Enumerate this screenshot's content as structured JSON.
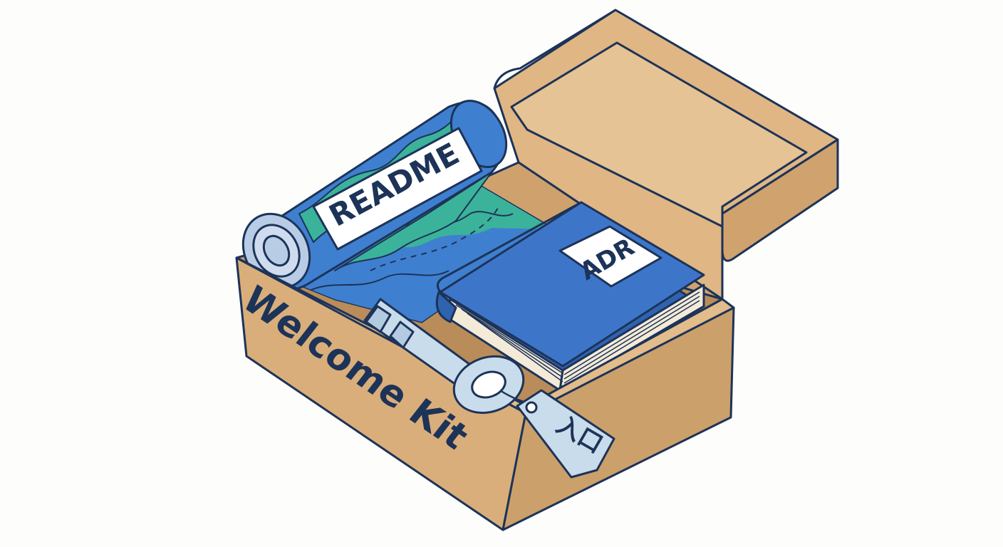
{
  "scroll": {
    "label": "README"
  },
  "book": {
    "label": "ADR"
  },
  "box": {
    "label": "Welcome Kit"
  },
  "tag": {
    "label": "入口"
  },
  "colors": {
    "outline": "#1d3358",
    "cardboard": "#d9ae7a",
    "cardboard_dark": "#c69a66",
    "cardboard_light": "#e2bc8a",
    "book_blue": "#3d76c9",
    "map_teal": "#3bb39a",
    "map_blue": "#3f7fd0",
    "key_metal": "#c8dcec",
    "background": "#fdfdfc"
  }
}
